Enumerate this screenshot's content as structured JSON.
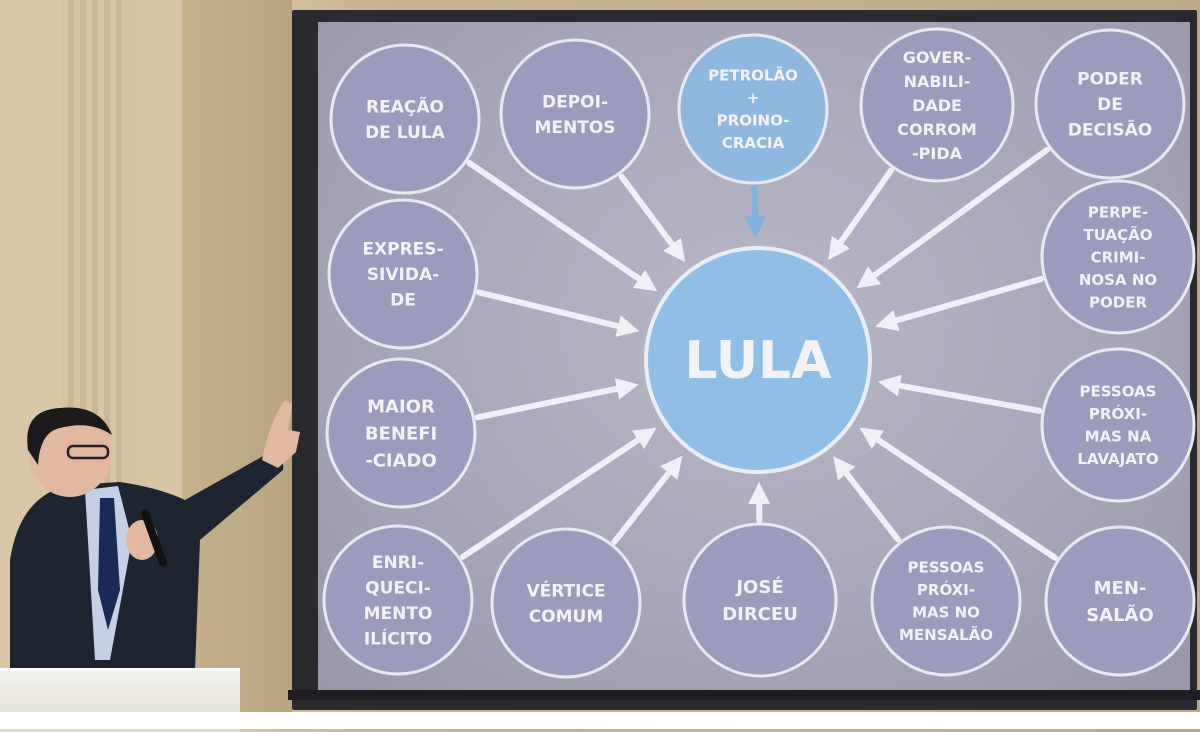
{
  "slide": {
    "center": "LULA",
    "nodes": [
      {
        "id": "reacao",
        "lines": [
          "REAÇÃO",
          "DE LULA"
        ]
      },
      {
        "id": "depoimentos",
        "lines": [
          "DEPOI-",
          "MENTOS"
        ]
      },
      {
        "id": "petrolao",
        "lines": [
          "PETROLÃO",
          "+",
          "PROINO-",
          "CRACIA"
        ]
      },
      {
        "id": "governabilidade",
        "lines": [
          "GOVER-",
          "NABILI-",
          "DADE",
          "CORROM",
          "-PIDA"
        ]
      },
      {
        "id": "poder",
        "lines": [
          "PODER",
          "DE",
          "DECISÃO"
        ]
      },
      {
        "id": "expressividade",
        "lines": [
          "EXPRES-",
          "SIVIDA-",
          "DE"
        ]
      },
      {
        "id": "perpetuacao",
        "lines": [
          "PERPE-",
          "TUAÇÃO",
          "CRIMI-",
          "NOSA NO",
          "PODER"
        ]
      },
      {
        "id": "maior",
        "lines": [
          "MAIOR",
          "BENEFI",
          "-CIADO"
        ]
      },
      {
        "id": "pessoas-lavajato",
        "lines": [
          "PESSOAS",
          "PRÓXI-",
          "MAS NA",
          "LAVAJATO"
        ]
      },
      {
        "id": "enriquecimento",
        "lines": [
          "ENRI-",
          "QUECI-",
          "MENTO",
          "ILÍCITO"
        ]
      },
      {
        "id": "vertice",
        "lines": [
          "VÉRTICE",
          "COMUM"
        ]
      },
      {
        "id": "jose",
        "lines": [
          "JOSÉ",
          "DIRCEU"
        ]
      },
      {
        "id": "pessoas-mensalao",
        "lines": [
          "PESSOAS",
          "PRÓXI-",
          "MAS NO",
          "MENSALÃO"
        ]
      },
      {
        "id": "mensalao",
        "lines": [
          "MEN-",
          "SALÃO"
        ]
      }
    ],
    "colors": {
      "node_fill": "#9c9bbd",
      "top_node_fill": "#8fb8e0",
      "center_fill": "#8fbfe6",
      "arrow": "#eef0f6"
    }
  }
}
